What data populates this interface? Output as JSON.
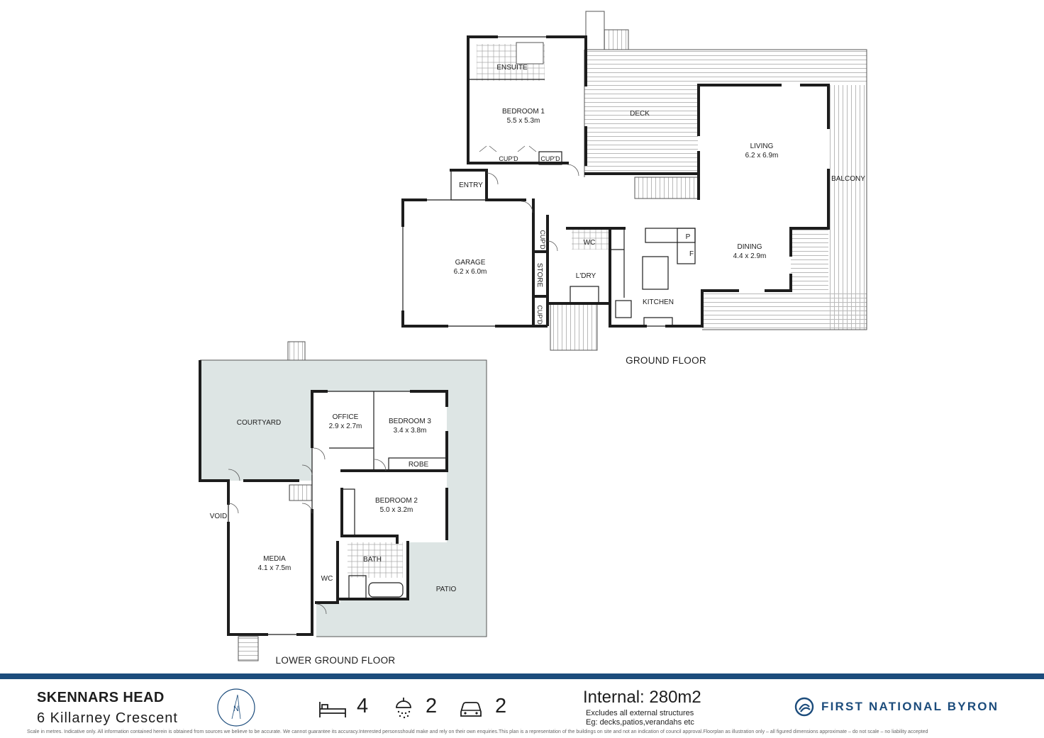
{
  "plan": {
    "ground_title": "GROUND FLOOR",
    "lower_title": "LOWER GROUND FLOOR",
    "ground_rooms": {
      "ensuite": "ENSUITE",
      "bed1_name": "BEDROOM 1",
      "bed1_dim": "5.5 x 5.3m",
      "cupd1": "CUP'D",
      "cupd2": "CUP'D",
      "entry": "ENTRY",
      "deck": "DECK",
      "living_name": "LIVING",
      "living_dim": "6.2 x 6.9m",
      "balcony": "BALCONY",
      "garage_name": "GARAGE",
      "garage_dim": "6.2 x 6.0m",
      "cupd3": "CUP'D",
      "store": "STORE",
      "cupd4": "CUP'D",
      "wc": "WC",
      "laundry": "L'DRY",
      "pantry": "P",
      "fridge": "F",
      "dining_name": "DINING",
      "dining_dim": "4.4 x 2.9m",
      "kitchen": "KITCHEN"
    },
    "lower_rooms": {
      "courtyard": "COURTYARD",
      "office_name": "OFFICE",
      "office_dim": "2.9 x 2.7m",
      "bed3_name": "BEDROOM 3",
      "bed3_dim": "3.4 x 3.8m",
      "robe": "ROBE",
      "bed2_name": "BEDROOM 2",
      "bed2_dim": "5.0 x 3.2m",
      "void": "VOID",
      "media_name": "MEDIA",
      "media_dim": "4.1 x 7.5m",
      "bath": "BATH",
      "wc": "WC",
      "patio": "PATIO"
    }
  },
  "footer": {
    "suburb": "SKENNARS HEAD",
    "address": "6 Killarney Crescent",
    "compass_letter": "N",
    "bedrooms": "4",
    "bathrooms": "2",
    "cars": "2",
    "internal": "Internal: 280m2",
    "excludes": "Excludes all external structures",
    "examples": "Eg: decks,patios,verandahs etc",
    "brand": "FIRST NATIONAL BYRON",
    "disclaimer": "Scale in metres. Indicative only. All information contained herein is obtained from sources we believe to be accurate. We cannot guarantee its accuracy.Interested personsshould make and rely on their own enquiries.This plan is a representation of the buildings on site and not an indication of council approval.Floorplan as illustration only – all figured dimensions approximate – do not scale – no liability accepted"
  },
  "colors": {
    "brand_blue": "#1c4c7c",
    "wall": "#1d1d1d",
    "patio_fill": "#dde5e4",
    "deck_line": "#bdbdbd"
  }
}
